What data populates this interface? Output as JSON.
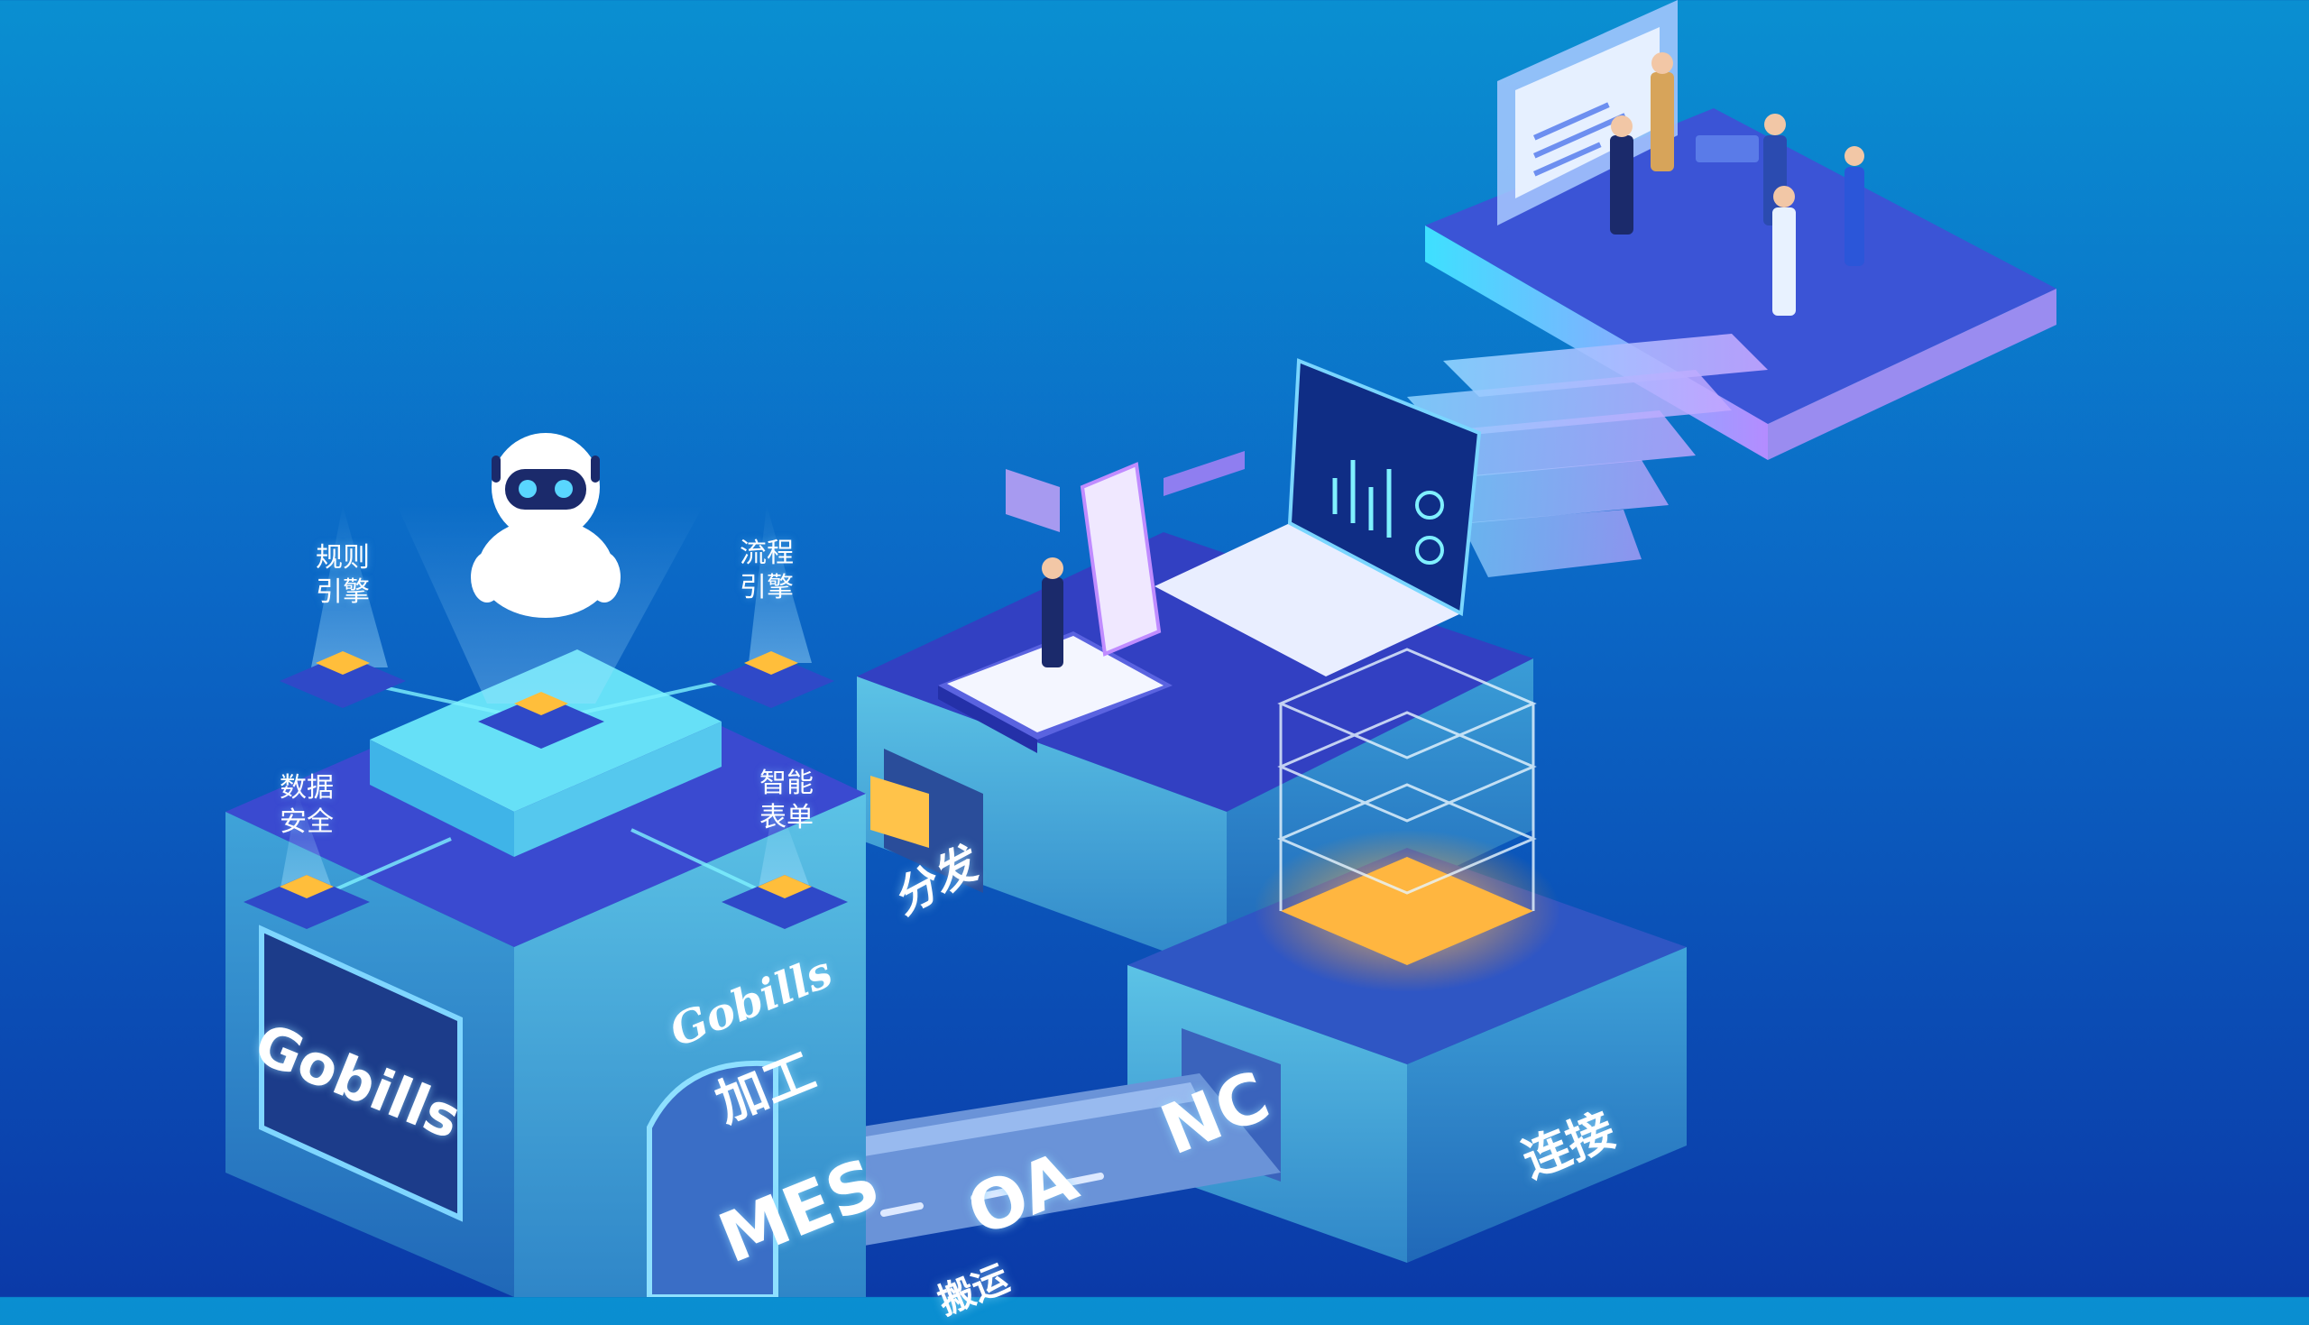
{
  "feature_labels": {
    "rule_engine": "规则\n引擎",
    "process_engine": "流程\n引擎",
    "data_security": "数据\n安全",
    "smart_form": "智能\n表单"
  },
  "block_labels": {
    "gobills_panel": "Gobills",
    "gobills_logo": "Gobills",
    "processing": "加工",
    "distribution": "分发",
    "connection": "连接",
    "transport": "搬运"
  },
  "systems": {
    "mes": "MES",
    "oa": "OA",
    "nc": "NC"
  },
  "colors": {
    "bg_top": "#0a8fd1",
    "bg_bottom": "#0b3aa8",
    "block_top": "#5ad6f5",
    "block_side": "#2a7fc9",
    "glow_orange": "#ffb640"
  }
}
